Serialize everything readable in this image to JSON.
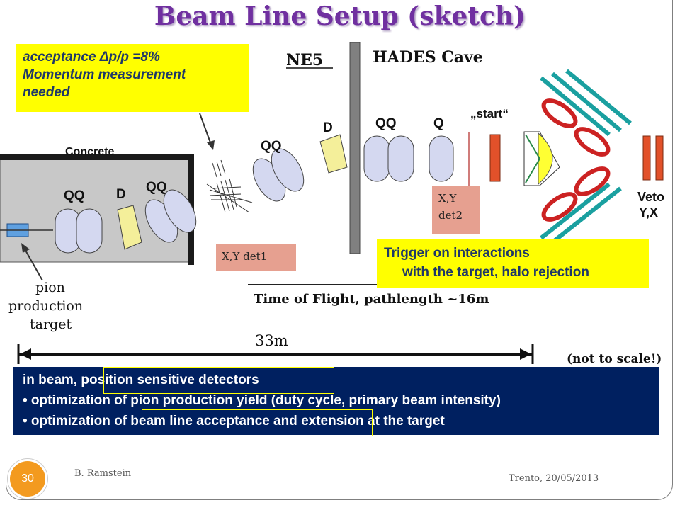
{
  "title": "Beam Line Setup (sketch)",
  "acceptance_note": {
    "line1": "acceptance Δp/p =8%",
    "line2": "Momentum measurement",
    "line3": "needed"
  },
  "labels": {
    "ne5": "NE5",
    "hades_cave": "HADES Cave",
    "concrete": "Concrete",
    "qq_1": "QQ",
    "d_1": "D",
    "qq_2": "QQ",
    "qq_3": "QQ",
    "d_2": "D",
    "qq_4": "QQ",
    "q": "Q",
    "start": "„start“",
    "veto_1": "Veto",
    "veto_2": "Y,X",
    "pion_1": "pion",
    "pion_2": "production",
    "pion_3": "target",
    "tof": "Time of Flight, pathlength ~16m",
    "distance": "33m",
    "scale_note": "(not to scale!)"
  },
  "detectors": {
    "det1": "X,Y det1",
    "det2_line1": "X,Y",
    "det2_line2": "det2"
  },
  "trigger_note": {
    "line1": "Trigger on interactions",
    "line2": "with the target, halo rejection"
  },
  "info": {
    "line1": "in beam, position sensitive detectors",
    "line2": "• optimization of  pion production yield (duty cycle, primary beam intensity)",
    "line3": "• optimization of beam line acceptance and extension at the target"
  },
  "footer": {
    "page_number": "30",
    "author": "B. Ramstein",
    "place_date": "Trento, 20/05/2013"
  },
  "colors": {
    "title": "#7030a0",
    "note_bg": "#ffff00",
    "note_text": "#1f3868",
    "info_bg": "#002060",
    "magnet": "#d4d8f0",
    "dipole": "#f4ef9a",
    "detector_label_bg": "#e6a090",
    "page_badge": "#f39a1f"
  }
}
